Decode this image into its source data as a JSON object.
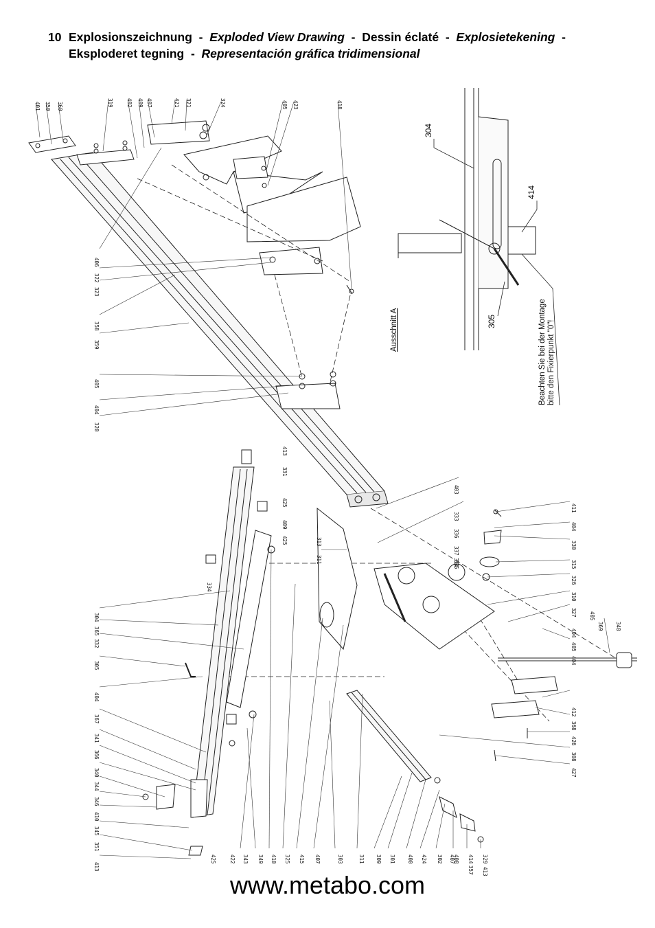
{
  "header": {
    "number": "10",
    "t1": "Explosionszeichnung",
    "sep": "-",
    "t2": "Exploded View Drawing",
    "t3": "Dessin éclaté",
    "t4": "Explosietekening",
    "t5": "Eksploderet tegning",
    "t6": "Representación gráfica tridimensional"
  },
  "inset": {
    "callout_304": "304",
    "callout_414": "414",
    "callout_305": "305",
    "section_label": "Ausschnitt A",
    "note_line1": "Beachten Sie bei der Montage",
    "note_line2": "bitte den Fixierpunkt \"0\"!"
  },
  "parts": {
    "top_labels": [
      "401",
      "350",
      "360",
      "319",
      "402",
      "409",
      "407",
      "421",
      "321",
      "324",
      "405",
      "423",
      "418"
    ],
    "left_upper": [
      "406",
      "322",
      "323",
      "358",
      "359",
      "405",
      "404",
      "320"
    ],
    "fence_labels": [
      "413",
      "331",
      "425",
      "409",
      "425",
      "313",
      "311",
      "334",
      "333",
      "336",
      "337",
      "335",
      "314",
      "403"
    ],
    "right_labels": [
      "411",
      "404",
      "330",
      "315",
      "326",
      "310",
      "327",
      "405",
      "404",
      "369",
      "348",
      "405",
      "404",
      "412",
      "368",
      "426",
      "308",
      "427"
    ],
    "left_lower": [
      "304",
      "365",
      "332",
      "305",
      "404",
      "367",
      "341",
      "366",
      "340",
      "344",
      "346",
      "410",
      "345",
      "351",
      "413"
    ],
    "bottom_labels": [
      "425",
      "422",
      "343",
      "349",
      "410",
      "325",
      "415",
      "407",
      "303",
      "311",
      "309",
      "301",
      "400",
      "424",
      "302",
      "408",
      "414",
      "329",
      "407",
      "357",
      "413"
    ]
  },
  "footer": {
    "url": "www.metabo.com"
  }
}
